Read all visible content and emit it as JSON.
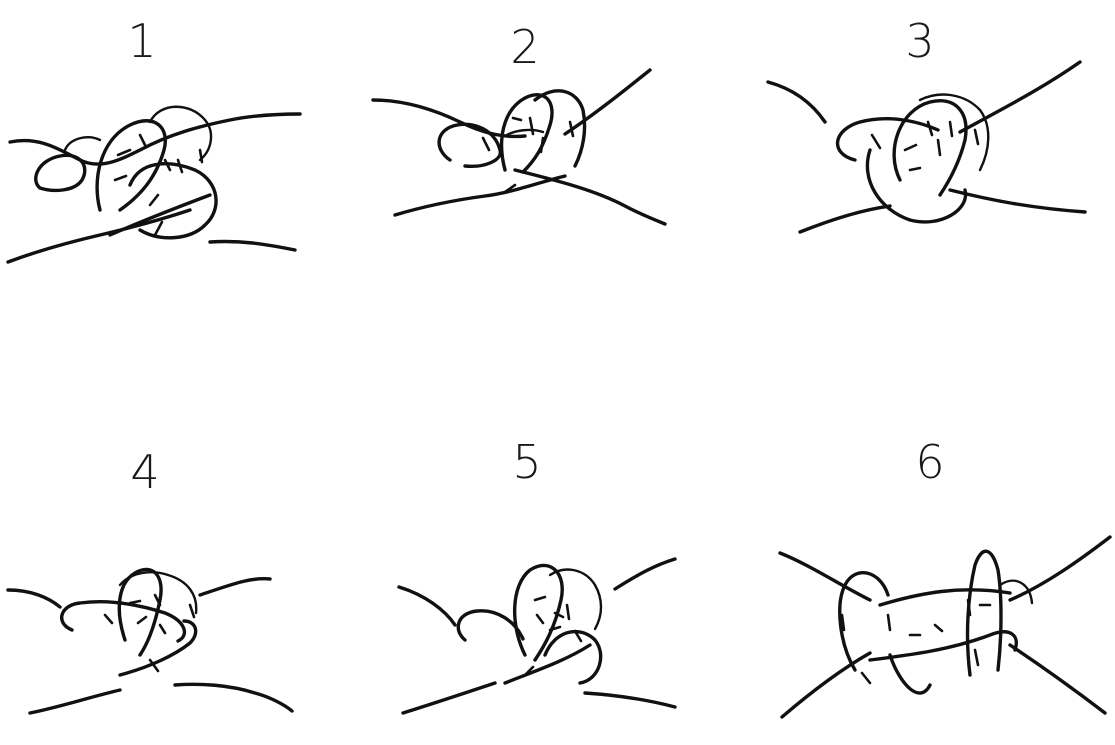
{
  "diagrams": [
    {
      "label": "1",
      "icon": "knot-stage-1-icon"
    },
    {
      "label": "2",
      "icon": "knot-stage-2-icon"
    },
    {
      "label": "3",
      "icon": "knot-stage-3-icon"
    },
    {
      "label": "4",
      "icon": "knot-stage-4-icon"
    },
    {
      "label": "5",
      "icon": "knot-stage-5-icon"
    },
    {
      "label": "6",
      "icon": "knot-stage-6-icon"
    }
  ],
  "colors": {
    "ink": "#111111",
    "background": "#ffffff"
  }
}
